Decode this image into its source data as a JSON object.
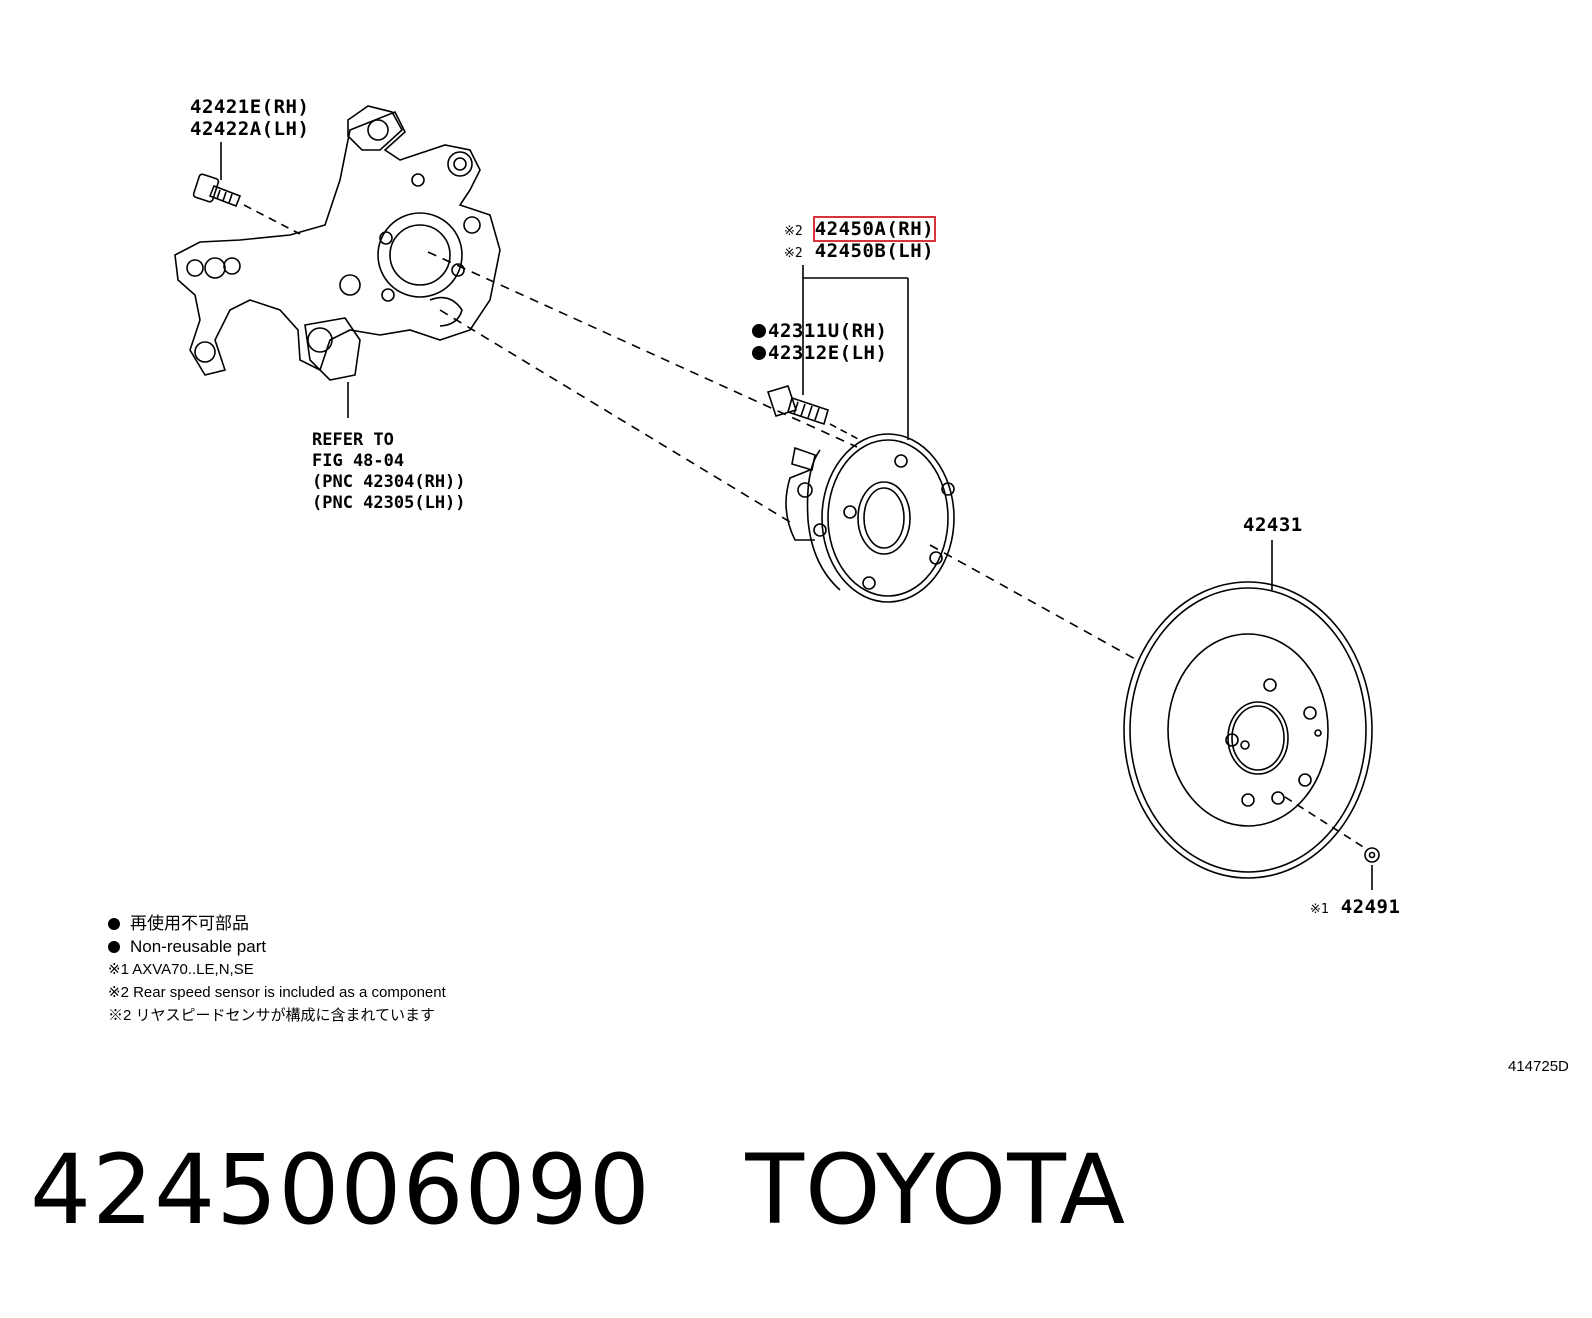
{
  "labels": {
    "knuckle_bolt": [
      "42421E(RH)",
      "42422A(LH)"
    ],
    "hub_assy_mark": "※2",
    "hub_assy_rh": "42450A(RH)",
    "hub_assy_lh": "42450B(LH)",
    "hub_bolt_rh": "42311U(RH)",
    "hub_bolt_lh": "42312E(LH)",
    "refer": [
      "REFER TO",
      "FIG 48-04",
      "(PNC 42304(RH))",
      "(PNC 42305(LH))"
    ],
    "disc": "42431",
    "screw_mark": "※1",
    "screw": "42491"
  },
  "legend": {
    "non_reusable_jp": "再使用不可部品",
    "non_reusable_en": "Non-reusable part",
    "note1": "※1 AXVA70..LE,N,SE",
    "note2_en": "※2 Rear speed sensor is included as a component",
    "note2_jp": "※2 リヤスピードセンサが構成に含まれています"
  },
  "figure_id": "414725D",
  "title": "4245006090   TOYOTA",
  "colors": {
    "highlight": "#d9323a",
    "ink": "#000000"
  }
}
